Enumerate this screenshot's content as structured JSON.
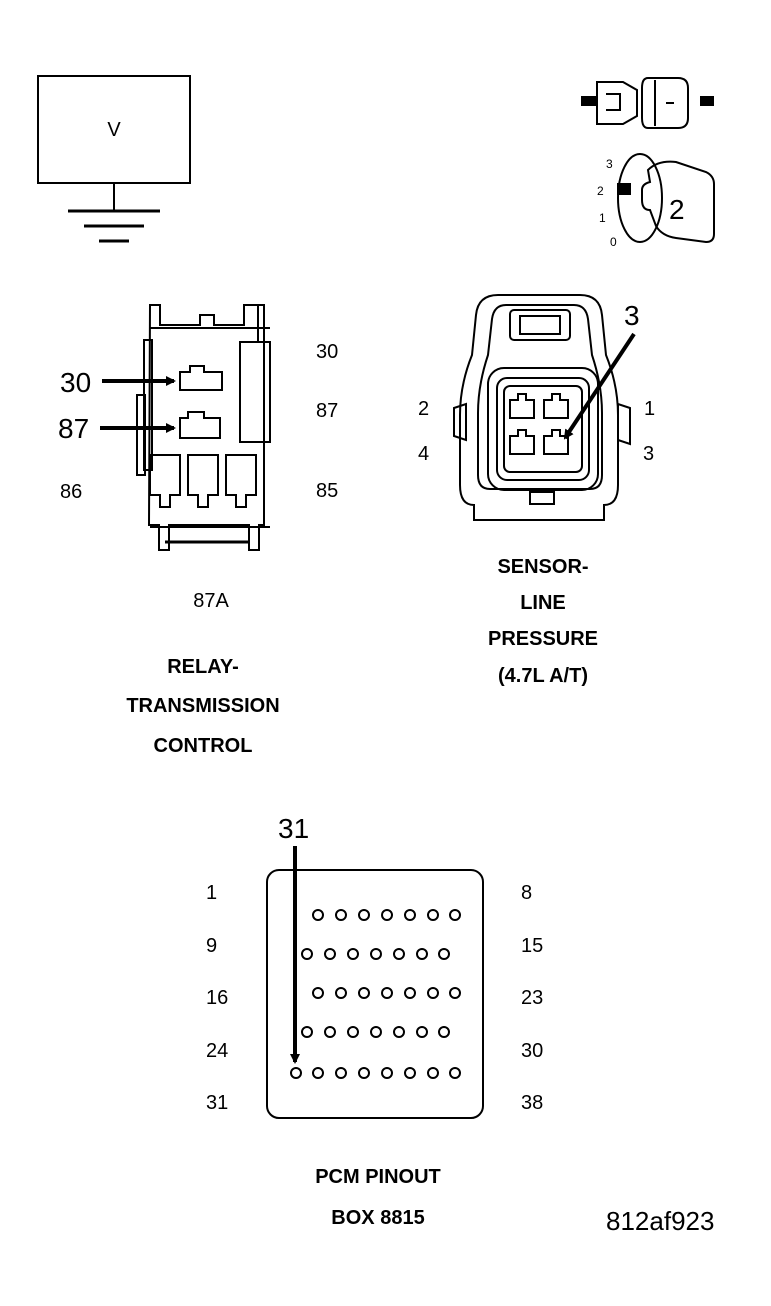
{
  "voltmeter": {
    "symbol": "V"
  },
  "key_switch": {
    "positions": [
      "3",
      "2",
      "1",
      "0"
    ],
    "selected": "2"
  },
  "relay": {
    "pins": {
      "p30": "30",
      "p87": "87",
      "p86": "86",
      "p85": "85",
      "p87a": "87A"
    },
    "callouts": {
      "c30": "30",
      "c87": "87"
    },
    "title_lines": [
      "RELAY-",
      "TRANSMISSION",
      "CONTROL"
    ]
  },
  "sensor": {
    "pins": {
      "p1": "1",
      "p2": "2",
      "p3": "3",
      "p4": "4"
    },
    "callout": "3",
    "title_lines": [
      "SENSOR-",
      "LINE",
      "PRESSURE",
      "(4.7L A/T)"
    ]
  },
  "pcm": {
    "callout": "31",
    "left_labels": [
      "1",
      "9",
      "16",
      "24",
      "31"
    ],
    "right_labels": [
      "8",
      "15",
      "23",
      "30",
      "38"
    ],
    "title_lines": [
      "PCM PINOUT",
      "BOX 8815"
    ]
  },
  "reference_code": "812af923"
}
